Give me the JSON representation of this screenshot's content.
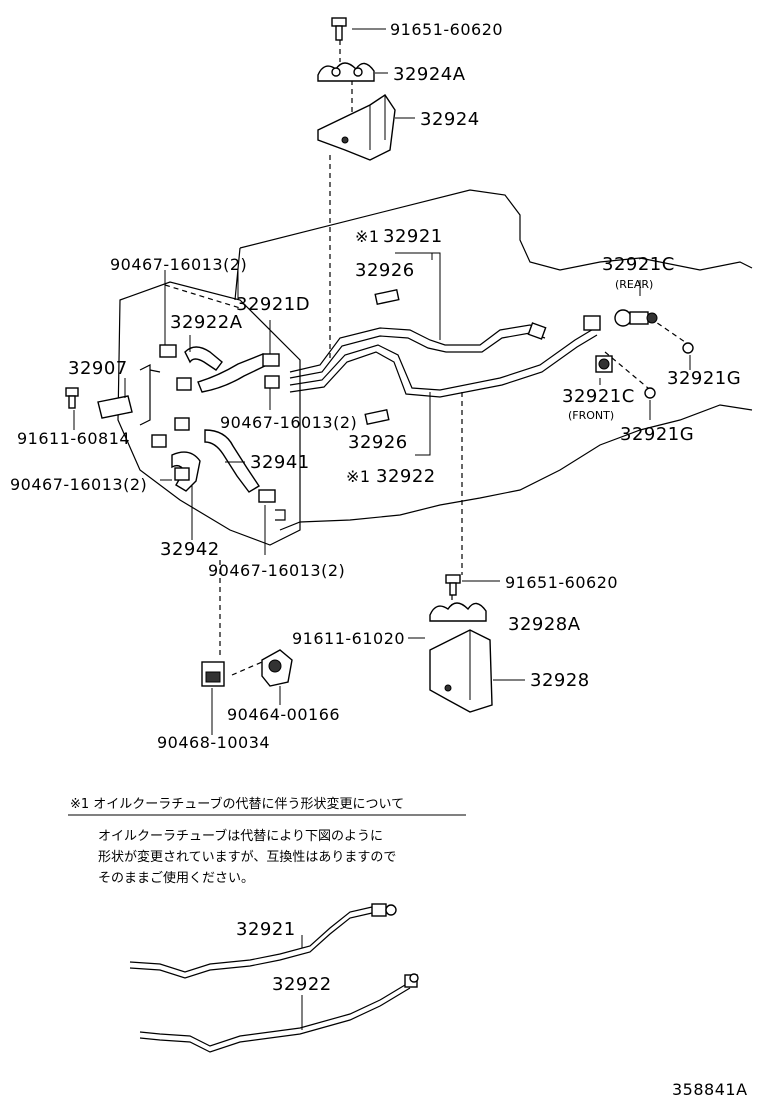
{
  "labels": {
    "bolt_top": "91651-60620",
    "bracket_clamp_top": "32924A",
    "bracket_top": "32924",
    "tube_32921_star": "※1",
    "tube_32921": "32921",
    "clip_upper_left": "90467-16013(2)",
    "sleeve_upper": "32926",
    "hose_32921d": "32921D",
    "hose_32922a": "32922A",
    "union_rear": "32921C",
    "union_rear_note": "(REAR)",
    "bracket_32907": "32907",
    "gasket_rear": "32921G",
    "bolt_left": "91611-60814",
    "clip_mid": "90467-16013(2)",
    "union_front": "32921C",
    "union_front_note": "(FRONT)",
    "gasket_front": "32921G",
    "sleeve_lower": "32926",
    "hose_32941": "32941",
    "clip_lower_left": "90467-16013(2)",
    "tube_32922_star": "※1",
    "tube_32922": "32922",
    "hose_32942": "32942",
    "clip_bottom": "90467-16013(2)",
    "bolt_lower": "91651-60620",
    "clamp_lower": "32928A",
    "bolt_lower_left": "91611-61020",
    "bracket_lower": "32928",
    "cushion": "90464-00166",
    "clamp_small": "90468-10034"
  },
  "note": {
    "heading": "※1 オイルクーラチューブの代替に伴う形状変更について",
    "line1": "オイルクーラチューブは代替により下図のように",
    "line2": "形状が変更されていますが、互換性はありますので",
    "line3": "そのままご使用ください。"
  },
  "detail": {
    "tube_a": "32921",
    "tube_b": "32922"
  },
  "figure_id": "358841A"
}
